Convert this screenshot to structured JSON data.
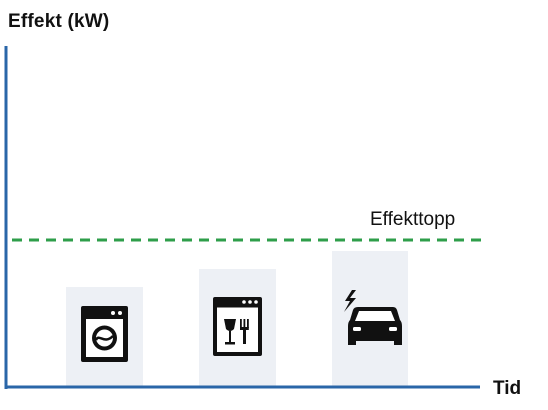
{
  "axes": {
    "y_label": "Effekt (kW)",
    "x_label": "Tid",
    "axis_color": "#2a66a8"
  },
  "peak_line": {
    "label": "Effekttopp",
    "color": "#2e9e4a"
  },
  "appliances": [
    {
      "name": "washing-machine",
      "icon": "washing-machine-icon"
    },
    {
      "name": "dishwasher",
      "icon": "dishwasher-icon"
    },
    {
      "name": "electric-car",
      "icon": "electric-car-icon"
    }
  ],
  "colors": {
    "bar_fill": "#edf0f5",
    "icon": "#111111"
  }
}
